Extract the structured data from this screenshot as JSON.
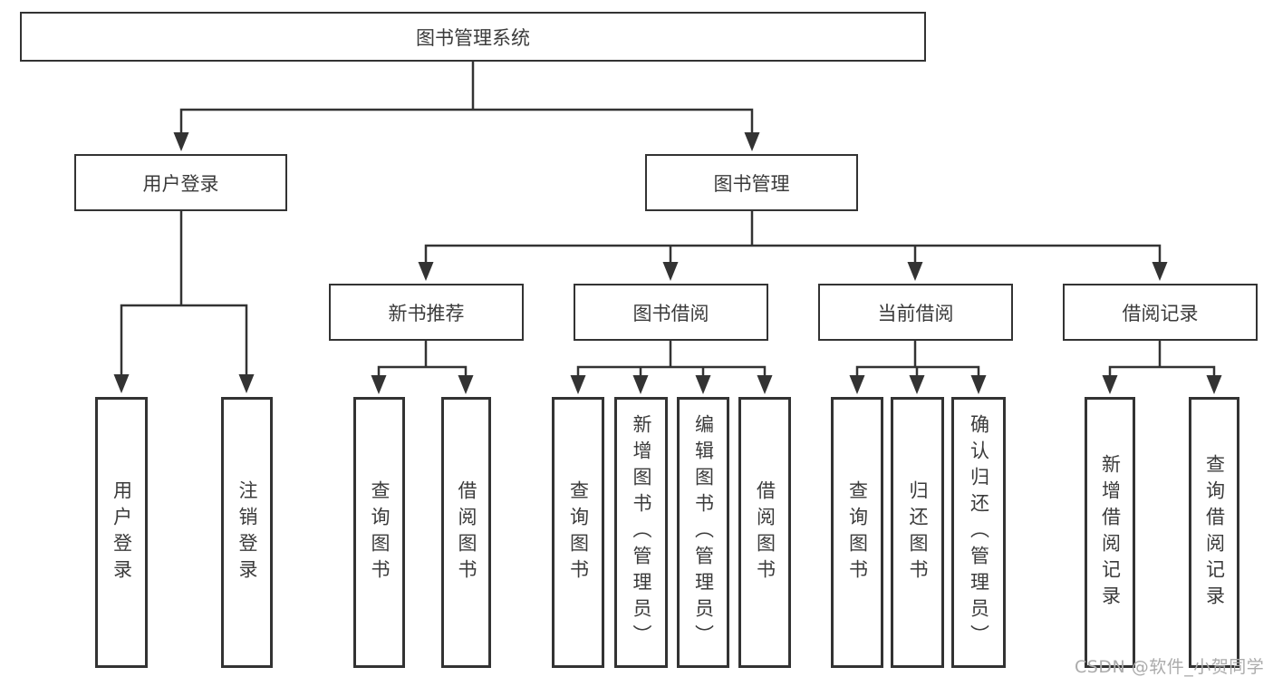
{
  "diagram": {
    "root": {
      "label": "图书管理系统"
    },
    "level1": [
      {
        "label": "用户登录"
      },
      {
        "label": "图书管理"
      }
    ],
    "level2": [
      {
        "label": "新书推荐"
      },
      {
        "label": "图书借阅"
      },
      {
        "label": "当前借阅"
      },
      {
        "label": "借阅记录"
      }
    ],
    "leaves": {
      "login": [
        "用户登录",
        "注销登录"
      ],
      "recommend": [
        "查询图书",
        "借阅图书"
      ],
      "borrow": [
        "查询图书",
        "新增图书（管理员）",
        "编辑图书（管理员）",
        "借阅图书"
      ],
      "current": [
        "查询图书",
        "归还图书",
        "确认归还（管理员）"
      ],
      "records": [
        "新增借阅记录",
        "查询借阅记录"
      ]
    }
  },
  "watermark": {
    "text": "CSDN @软件_小贺同学"
  },
  "colors": {
    "line": "#333333",
    "text": "#3b3b3b",
    "background": "#ffffff",
    "watermark": "#ababab"
  }
}
